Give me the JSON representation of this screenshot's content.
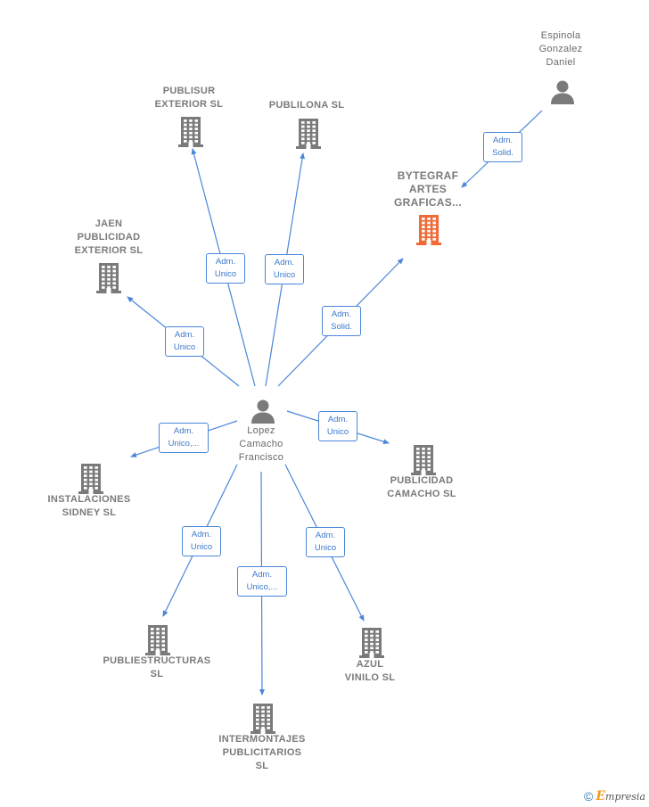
{
  "nodes": [
    {
      "id": "espinola",
      "kind": "person",
      "label": "Espinola\nGonzalez\nDaniel"
    },
    {
      "id": "publisur",
      "kind": "company",
      "label": "PUBLISUR\nEXTERIOR  SL"
    },
    {
      "id": "publilona",
      "kind": "company",
      "label": "PUBLILONA  SL"
    },
    {
      "id": "bytegraf",
      "kind": "company-focus",
      "label": "BYTEGRAF\nARTES\nGRAFICAS..."
    },
    {
      "id": "jaen",
      "kind": "company",
      "label": "JAEN\nPUBLICIDAD\nEXTERIOR  SL"
    },
    {
      "id": "lopez",
      "kind": "person",
      "label": "Lopez\nCamacho\nFrancisco"
    },
    {
      "id": "instalaciones",
      "kind": "company",
      "label": "INSTALACIONES\nSIDNEY SL"
    },
    {
      "id": "publicidad_camacho",
      "kind": "company",
      "label": "PUBLICIDAD\nCAMACHO SL"
    },
    {
      "id": "publiestructuras",
      "kind": "company",
      "label": "PUBLIESTRUCTURAS\nSL"
    },
    {
      "id": "azul",
      "kind": "company",
      "label": "AZUL\nVINILO  SL"
    },
    {
      "id": "intermontajes",
      "kind": "company",
      "label": "INTERMONTAJES\nPUBLICITARIOS\nSL"
    }
  ],
  "edges": [
    {
      "from": "espinola",
      "to": "bytegraf",
      "label": "Adm.\nSolid."
    },
    {
      "from": "lopez",
      "to": "bytegraf",
      "label": "Adm.\nSolid."
    },
    {
      "from": "lopez",
      "to": "publisur",
      "label": "Adm.\nUnico"
    },
    {
      "from": "lopez",
      "to": "publilona",
      "label": "Adm.\nUnico"
    },
    {
      "from": "lopez",
      "to": "jaen",
      "label": "Adm.\nUnico"
    },
    {
      "from": "lopez",
      "to": "instalaciones",
      "label": "Adm.\nUnico,..."
    },
    {
      "from": "lopez",
      "to": "publicidad_camacho",
      "label": "Adm.\nUnico"
    },
    {
      "from": "lopez",
      "to": "publiestructuras",
      "label": "Adm.\nUnico"
    },
    {
      "from": "lopez",
      "to": "intermontajes",
      "label": "Adm.\nUnico,..."
    },
    {
      "from": "lopez",
      "to": "azul",
      "label": "Adm.\nUnico"
    }
  ],
  "footer": {
    "copyright": "©",
    "brand_initial": "E",
    "brand_rest": "mpresia"
  },
  "colors": {
    "edge": "#4a86d8",
    "icon": "#7a7a7a",
    "focus": "#f26a36"
  },
  "icons": {
    "person": "person-icon",
    "company": "building-icon"
  }
}
